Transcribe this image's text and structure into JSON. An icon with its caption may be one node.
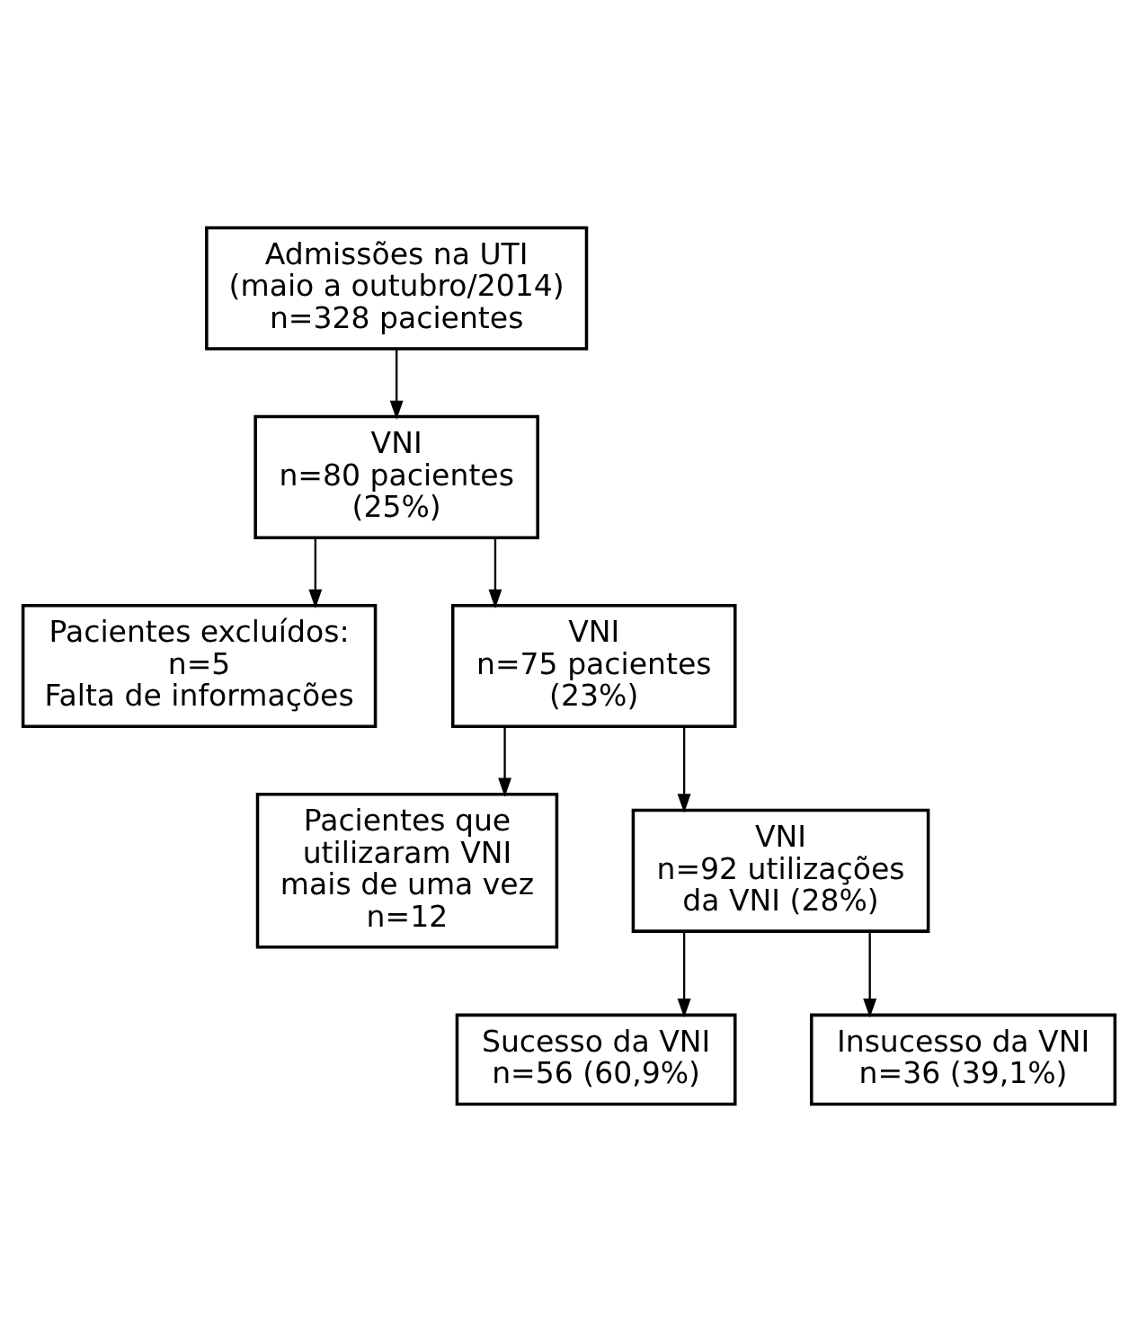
{
  "diagram": {
    "nodes": [
      {
        "text": [
          "Admissões na UTI",
          "(maio a outubro/2014)",
          "n=328 pacientes"
        ]
      },
      {
        "text": [
          "VNI",
          "n=80 pacientes",
          "(25%)"
        ]
      },
      {
        "text": [
          "Pacientes excluídos:",
          "n=5",
          "Falta de informações"
        ]
      },
      {
        "text": [
          "VNI",
          "n=75 pacientes",
          "(23%)"
        ]
      },
      {
        "text": [
          "Pacientes que",
          "utilizaram VNI",
          "mais de uma vez",
          "n=12"
        ]
      },
      {
        "text": [
          "VNI",
          "n=92 utilizações",
          "da VNI (28%)"
        ]
      },
      {
        "text": [
          "Sucesso da VNI",
          "n=56 (60,9%)"
        ]
      },
      {
        "text": [
          "Insucesso da VNI",
          "n=36 (39,1%)"
        ]
      }
    ],
    "edges": [
      {
        "from": 0,
        "to": 1,
        "arrow": "to"
      },
      {
        "from": 1,
        "to": 3,
        "arrow": "to"
      },
      {
        "from": 1,
        "to": 2,
        "arrow": "to"
      },
      {
        "from": 3,
        "to": 5,
        "arrow": "to"
      },
      {
        "from": 3,
        "to": 4,
        "arrow": "to"
      },
      {
        "from": 5,
        "to": 6,
        "arrow": "to"
      },
      {
        "from": 5,
        "to": 7,
        "arrow": "to"
      }
    ]
  }
}
